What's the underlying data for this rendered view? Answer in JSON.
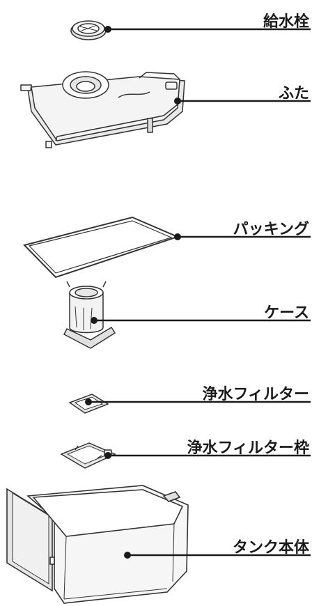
{
  "parts": [
    {
      "id": "water-cap",
      "label": "給水栓"
    },
    {
      "id": "lid",
      "label": "ふた"
    },
    {
      "id": "packing",
      "label": "パッキング"
    },
    {
      "id": "case",
      "label": "ケース"
    },
    {
      "id": "filter",
      "label": "浄水フィルター"
    },
    {
      "id": "filter-frame",
      "label": "浄水フィルター枠"
    },
    {
      "id": "tank-body",
      "label": "タンク本体"
    }
  ],
  "colors": {
    "line": "#1a1a1a",
    "stroke": "#333333",
    "fill": "#f2f2f2",
    "shade": "#d9d9d9"
  }
}
